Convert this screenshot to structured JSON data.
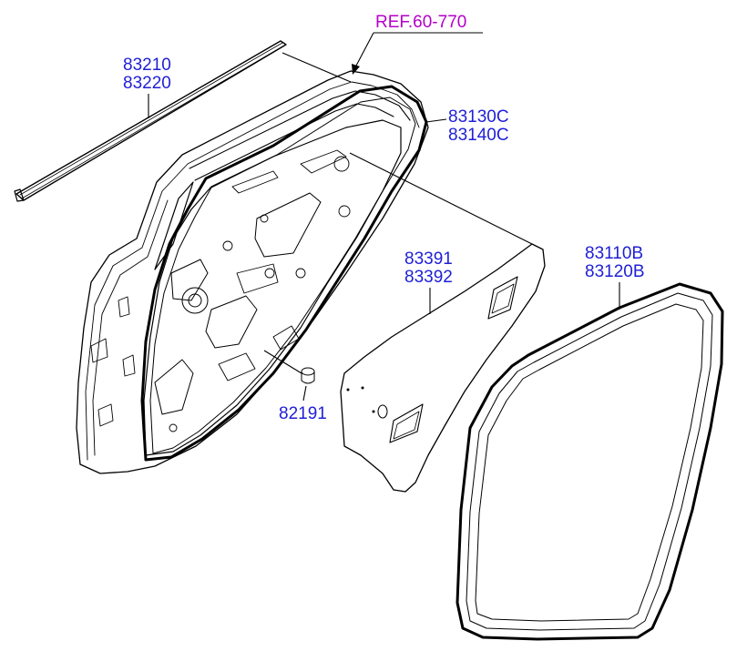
{
  "reference": {
    "text": "REF.60-770",
    "color": "#b400c8"
  },
  "label_color": "#1f1fd6",
  "callouts": {
    "weatherstrip_outer": [
      "83210",
      "83220"
    ],
    "door_seal": [
      "83130C",
      "83140C"
    ],
    "sealing_cover": [
      "83391",
      "83392"
    ],
    "body_weatherstrip": [
      "83110B",
      "83120B"
    ],
    "plug": [
      "82191"
    ]
  }
}
